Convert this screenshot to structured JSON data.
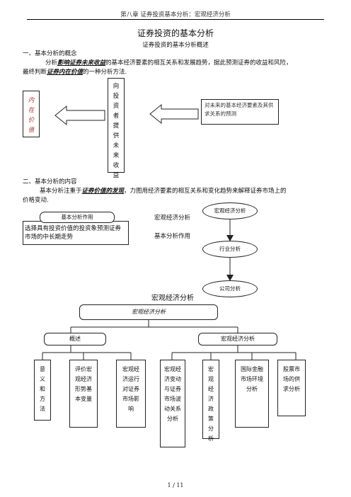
{
  "header": {
    "running_title": "第八章 证券投资基本分析：宏观经济分析"
  },
  "doc": {
    "title": "证券投资的基本分析",
    "subtitle": "证券投资的基本分析概述"
  },
  "section1": {
    "heading": "一、基本分析的概念",
    "p_pre": "分析",
    "p_em1": "影响证券未来收益",
    "p_mid": "的基本经济要素的相互关系和发展趋势，据此预测证券的收益和风险，",
    "p_line2_pre": "最终判断",
    "p_em2": "证券内在价值",
    "p_line2_post": "的一种分析方法."
  },
  "flow1": {
    "left_box": "内在价值",
    "middle_box": "向投资者提供未来收益",
    "right_box": "对未来的基本经济要素及其供求关系的预测"
  },
  "section2": {
    "heading": "二、基本分析的内容",
    "p_pre": "基本分析注重于",
    "p_em": "证券价值的发现",
    "p_post": "，力图用经济要素的相互关系和变化趋势来解释证券市场上的",
    "p_line2": "价格变动."
  },
  "flow2": {
    "role_tab": "基本分析作用",
    "role_body": "选择具有投资价值的投资象预测证券市场的中长期走势",
    "label_macro": "宏观经济分析",
    "label_role": "基本分析作用",
    "node_macro": "宏观经济分析",
    "node_industry": "行业分析",
    "node_company": "公司分析",
    "tree_title": "宏观经济分析"
  },
  "tree": {
    "root": "宏观经济分析",
    "branch_left": "概述",
    "branch_right": "宏观经济分析",
    "leaves": [
      "意义和方法",
      "评价宏观经济形势基本变量",
      "宏观经济运行对证券市场影响",
      "宏观经济变动与证券市场波动关系分析",
      "宏观经济政策分析",
      "国际金融市场环境分析",
      "股票市场的供求分析"
    ]
  },
  "footer": {
    "page": "1 / 11"
  }
}
